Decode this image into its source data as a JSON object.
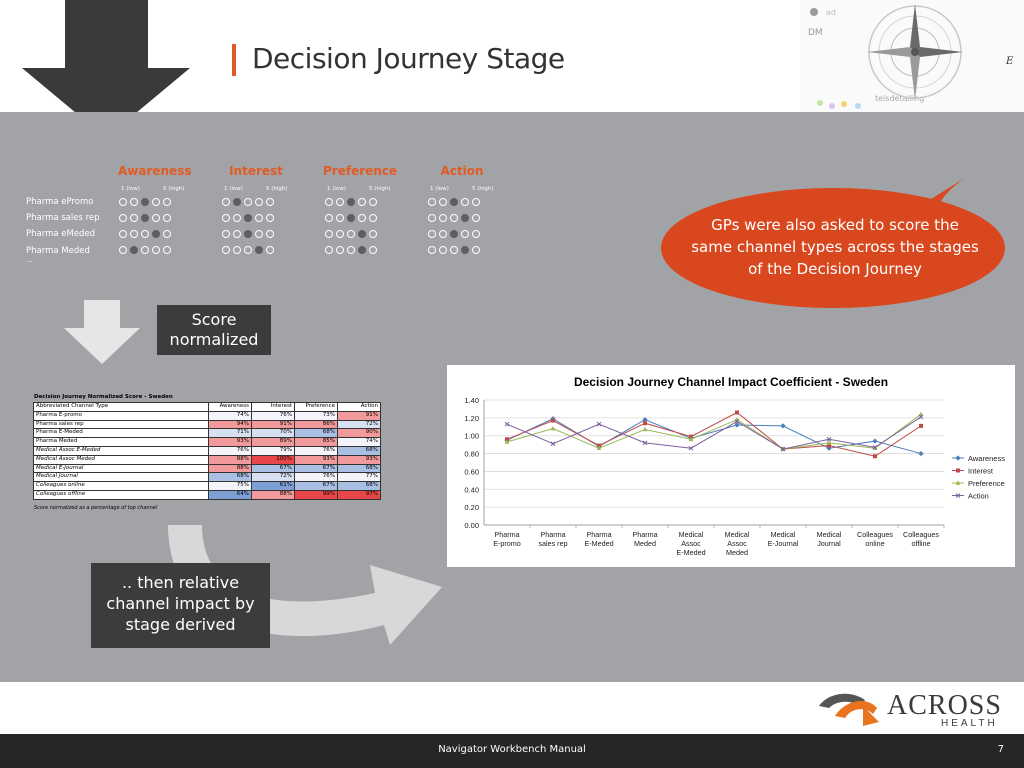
{
  "header": {
    "title": "Decision Journey Stage",
    "compass_labels": [
      "ad",
      "DM",
      "E",
      "telsdetailing"
    ]
  },
  "survey": {
    "stages": [
      "Awareness",
      "Interest",
      "Preference",
      "Action"
    ],
    "scale_low": "1 (low)",
    "scale_high": "5 (high)",
    "rows": [
      {
        "label": "Pharma ePromo",
        "scores": [
          3,
          2,
          3,
          3
        ]
      },
      {
        "label": "Pharma sales rep",
        "scores": [
          3,
          3,
          3,
          4
        ]
      },
      {
        "label": "Pharma eMeded",
        "scores": [
          4,
          3,
          4,
          3
        ]
      },
      {
        "label": "Pharma Meded",
        "scores": [
          2,
          4,
          4,
          4
        ]
      }
    ],
    "more": "..."
  },
  "bubble": {
    "text": "GPs were also asked to score the same channel types across the stages of the Decision Journey"
  },
  "score_box": {
    "line1": "Score",
    "line2": "normalized"
  },
  "impact_box": {
    "line1": ".. then relative",
    "line2": "channel impact by",
    "line3": "stage derived"
  },
  "norm_table": {
    "title": "Decision Journey Normalized Score - Sweden",
    "headers": [
      "Abbreviated Channel Type",
      "Awareness",
      "Interest",
      "Preference",
      "Action"
    ],
    "rows": [
      {
        "label": "Pharma E-promo",
        "values": [
          "74%",
          "76%",
          "73%",
          "91%"
        ],
        "italic": false
      },
      {
        "label": "Pharma sales rep",
        "values": [
          "94%",
          "91%",
          "86%",
          "72%"
        ],
        "italic": false
      },
      {
        "label": "Pharma E-Meded",
        "values": [
          "71%",
          "70%",
          "68%",
          "90%"
        ],
        "italic": false
      },
      {
        "label": "Pharma Meded",
        "values": [
          "93%",
          "89%",
          "85%",
          "74%"
        ],
        "italic": false
      },
      {
        "label": "Medical Assoc E-Meded",
        "values": [
          "76%",
          "79%",
          "76%",
          "68%"
        ],
        "italic": true
      },
      {
        "label": "Medical Assoc Meded",
        "values": [
          "88%",
          "100%",
          "93%",
          "93%"
        ],
        "italic": true
      },
      {
        "label": "Medical E-Journal",
        "values": [
          "88%",
          "67%",
          "67%",
          "68%"
        ],
        "italic": true
      },
      {
        "label": "Medical Journal",
        "values": [
          "68%",
          "72%",
          "76%",
          "77%"
        ],
        "italic": true
      },
      {
        "label": "Colleagues online",
        "values": [
          "75%",
          "61%",
          "67%",
          "68%"
        ],
        "italic": true
      },
      {
        "label": "Colleagues offline",
        "values": [
          "64%",
          "88%",
          "99%",
          "97%"
        ],
        "italic": true
      }
    ],
    "footnote": "Score normalized as a percentage of top channel"
  },
  "chart_data": {
    "type": "line",
    "title": "Decision Journey Channel Impact Coefficient - Sweden",
    "categories": [
      "Pharma E-promo",
      "Pharma sales rep",
      "Pharma E-Meded",
      "Pharma Meded",
      "Medical Assoc E-Meded",
      "Medical Assoc Meded",
      "Medical E-Journal",
      "Medical Journal",
      "Colleagues online",
      "Colleagues offline"
    ],
    "series": [
      {
        "name": "Awareness",
        "color": "#4a7ebb",
        "marker": "diamond",
        "values": [
          0.95,
          1.19,
          0.88,
          1.18,
          0.97,
          1.12,
          1.11,
          0.86,
          0.94,
          0.8
        ]
      },
      {
        "name": "Interest",
        "color": "#be4b48",
        "marker": "square",
        "values": [
          0.96,
          1.17,
          0.89,
          1.14,
          0.99,
          1.26,
          0.85,
          0.89,
          0.77,
          1.11
        ]
      },
      {
        "name": "Preference",
        "color": "#98b954",
        "marker": "triangle",
        "values": [
          0.93,
          1.08,
          0.86,
          1.07,
          0.96,
          1.18,
          0.85,
          0.92,
          0.86,
          1.24
        ]
      },
      {
        "name": "Action",
        "color": "#7d60a0",
        "marker": "x",
        "values": [
          1.13,
          0.91,
          1.13,
          0.92,
          0.86,
          1.16,
          0.85,
          0.96,
          0.87,
          1.21
        ]
      }
    ],
    "ylim": [
      0,
      1.4
    ],
    "yticks": [
      "0.00",
      "0.20",
      "0.40",
      "0.60",
      "0.80",
      "1.00",
      "1.20",
      "1.40"
    ],
    "grid": true,
    "legend": "right"
  },
  "logo": {
    "name": "ACROSS",
    "sub": "HEALTH"
  },
  "footer": {
    "label": "Navigator Workbench Manual",
    "page": "7"
  }
}
